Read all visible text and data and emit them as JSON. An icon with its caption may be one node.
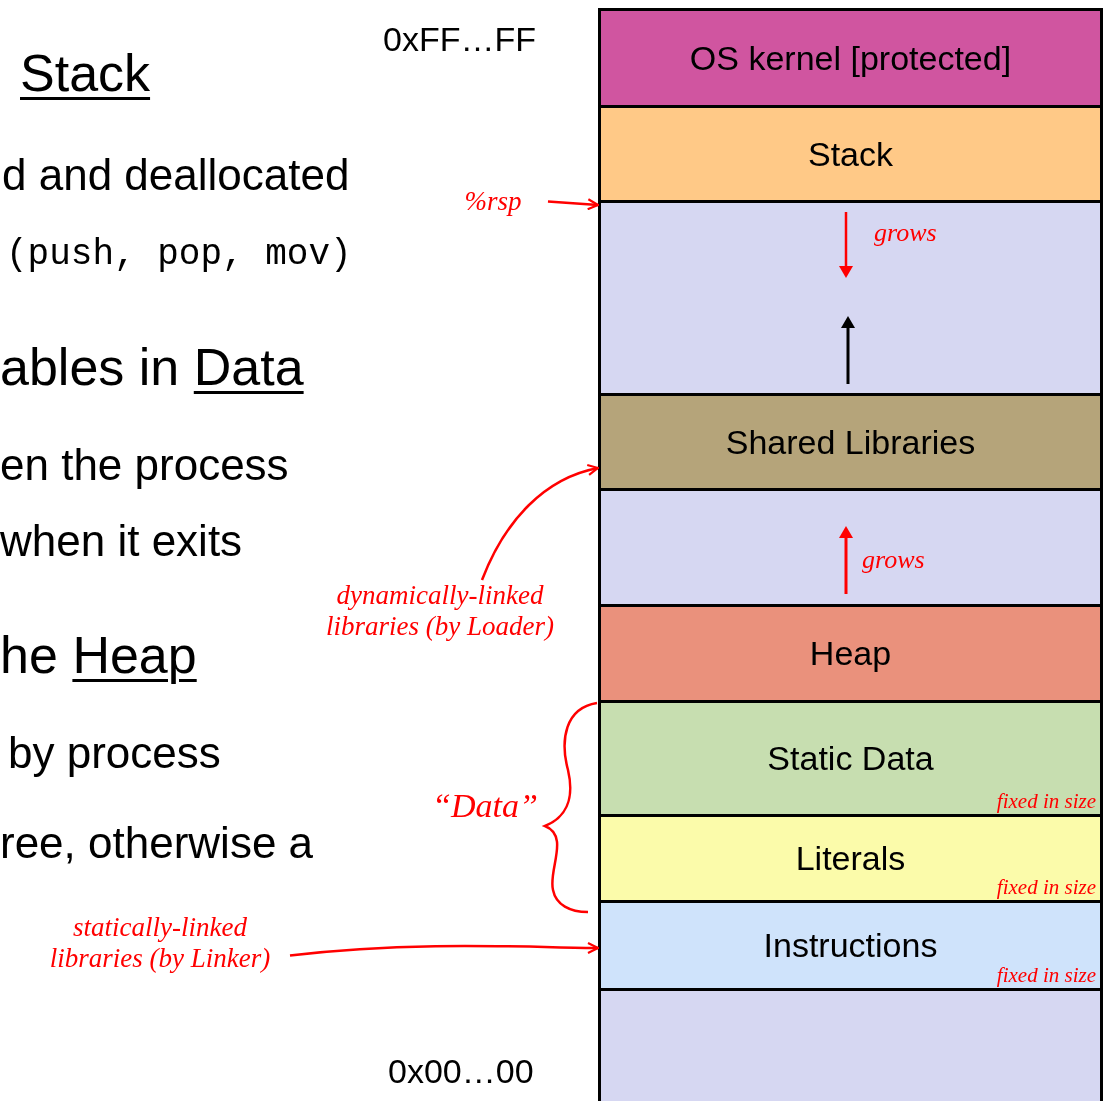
{
  "diagram": {
    "nodes": [
      {
        "text": [
          "OS kernel [protected]"
        ]
      },
      {
        "text": [
          "Stack"
        ]
      },
      {
        "text": [],
        "shape": "box"
      },
      {
        "text": [
          "Shared Libraries"
        ]
      },
      {
        "text": [],
        "shape": "box"
      },
      {
        "text": [
          "Heap"
        ]
      },
      {
        "text": [
          "Static Data",
          "fixed in size"
        ]
      },
      {
        "text": [
          "Literals",
          "fixed in size"
        ]
      },
      {
        "text": [
          "Instructions",
          "fixed in size"
        ]
      },
      {
        "text": [],
        "shape": "box"
      },
      {
        "text": [
          "%rsp"
        ]
      },
      {
        "text": [
          "dynamically-linked libraries (by Loader)"
        ]
      },
      {
        "text": [
          "statically-linked libraries (by Linker)"
        ]
      }
    ],
    "edges": [
      {
        "from": 10,
        "to": 2,
        "arrow": "to"
      },
      {
        "from": 11,
        "to": 3,
        "arrow": "to"
      },
      {
        "from": 12,
        "to": 8,
        "arrow": "to"
      }
    ],
    "labels": [
      "0xFF…FF",
      "Stack",
      "d and deallocated",
      "(push, pop, mov)",
      "ables in",
      "Data",
      "en the process",
      "when it exits",
      "he",
      "Heap",
      "by process",
      "ree, otherwise a",
      "grows",
      "grows",
      "“Data”",
      "0x00…00"
    ]
  }
}
